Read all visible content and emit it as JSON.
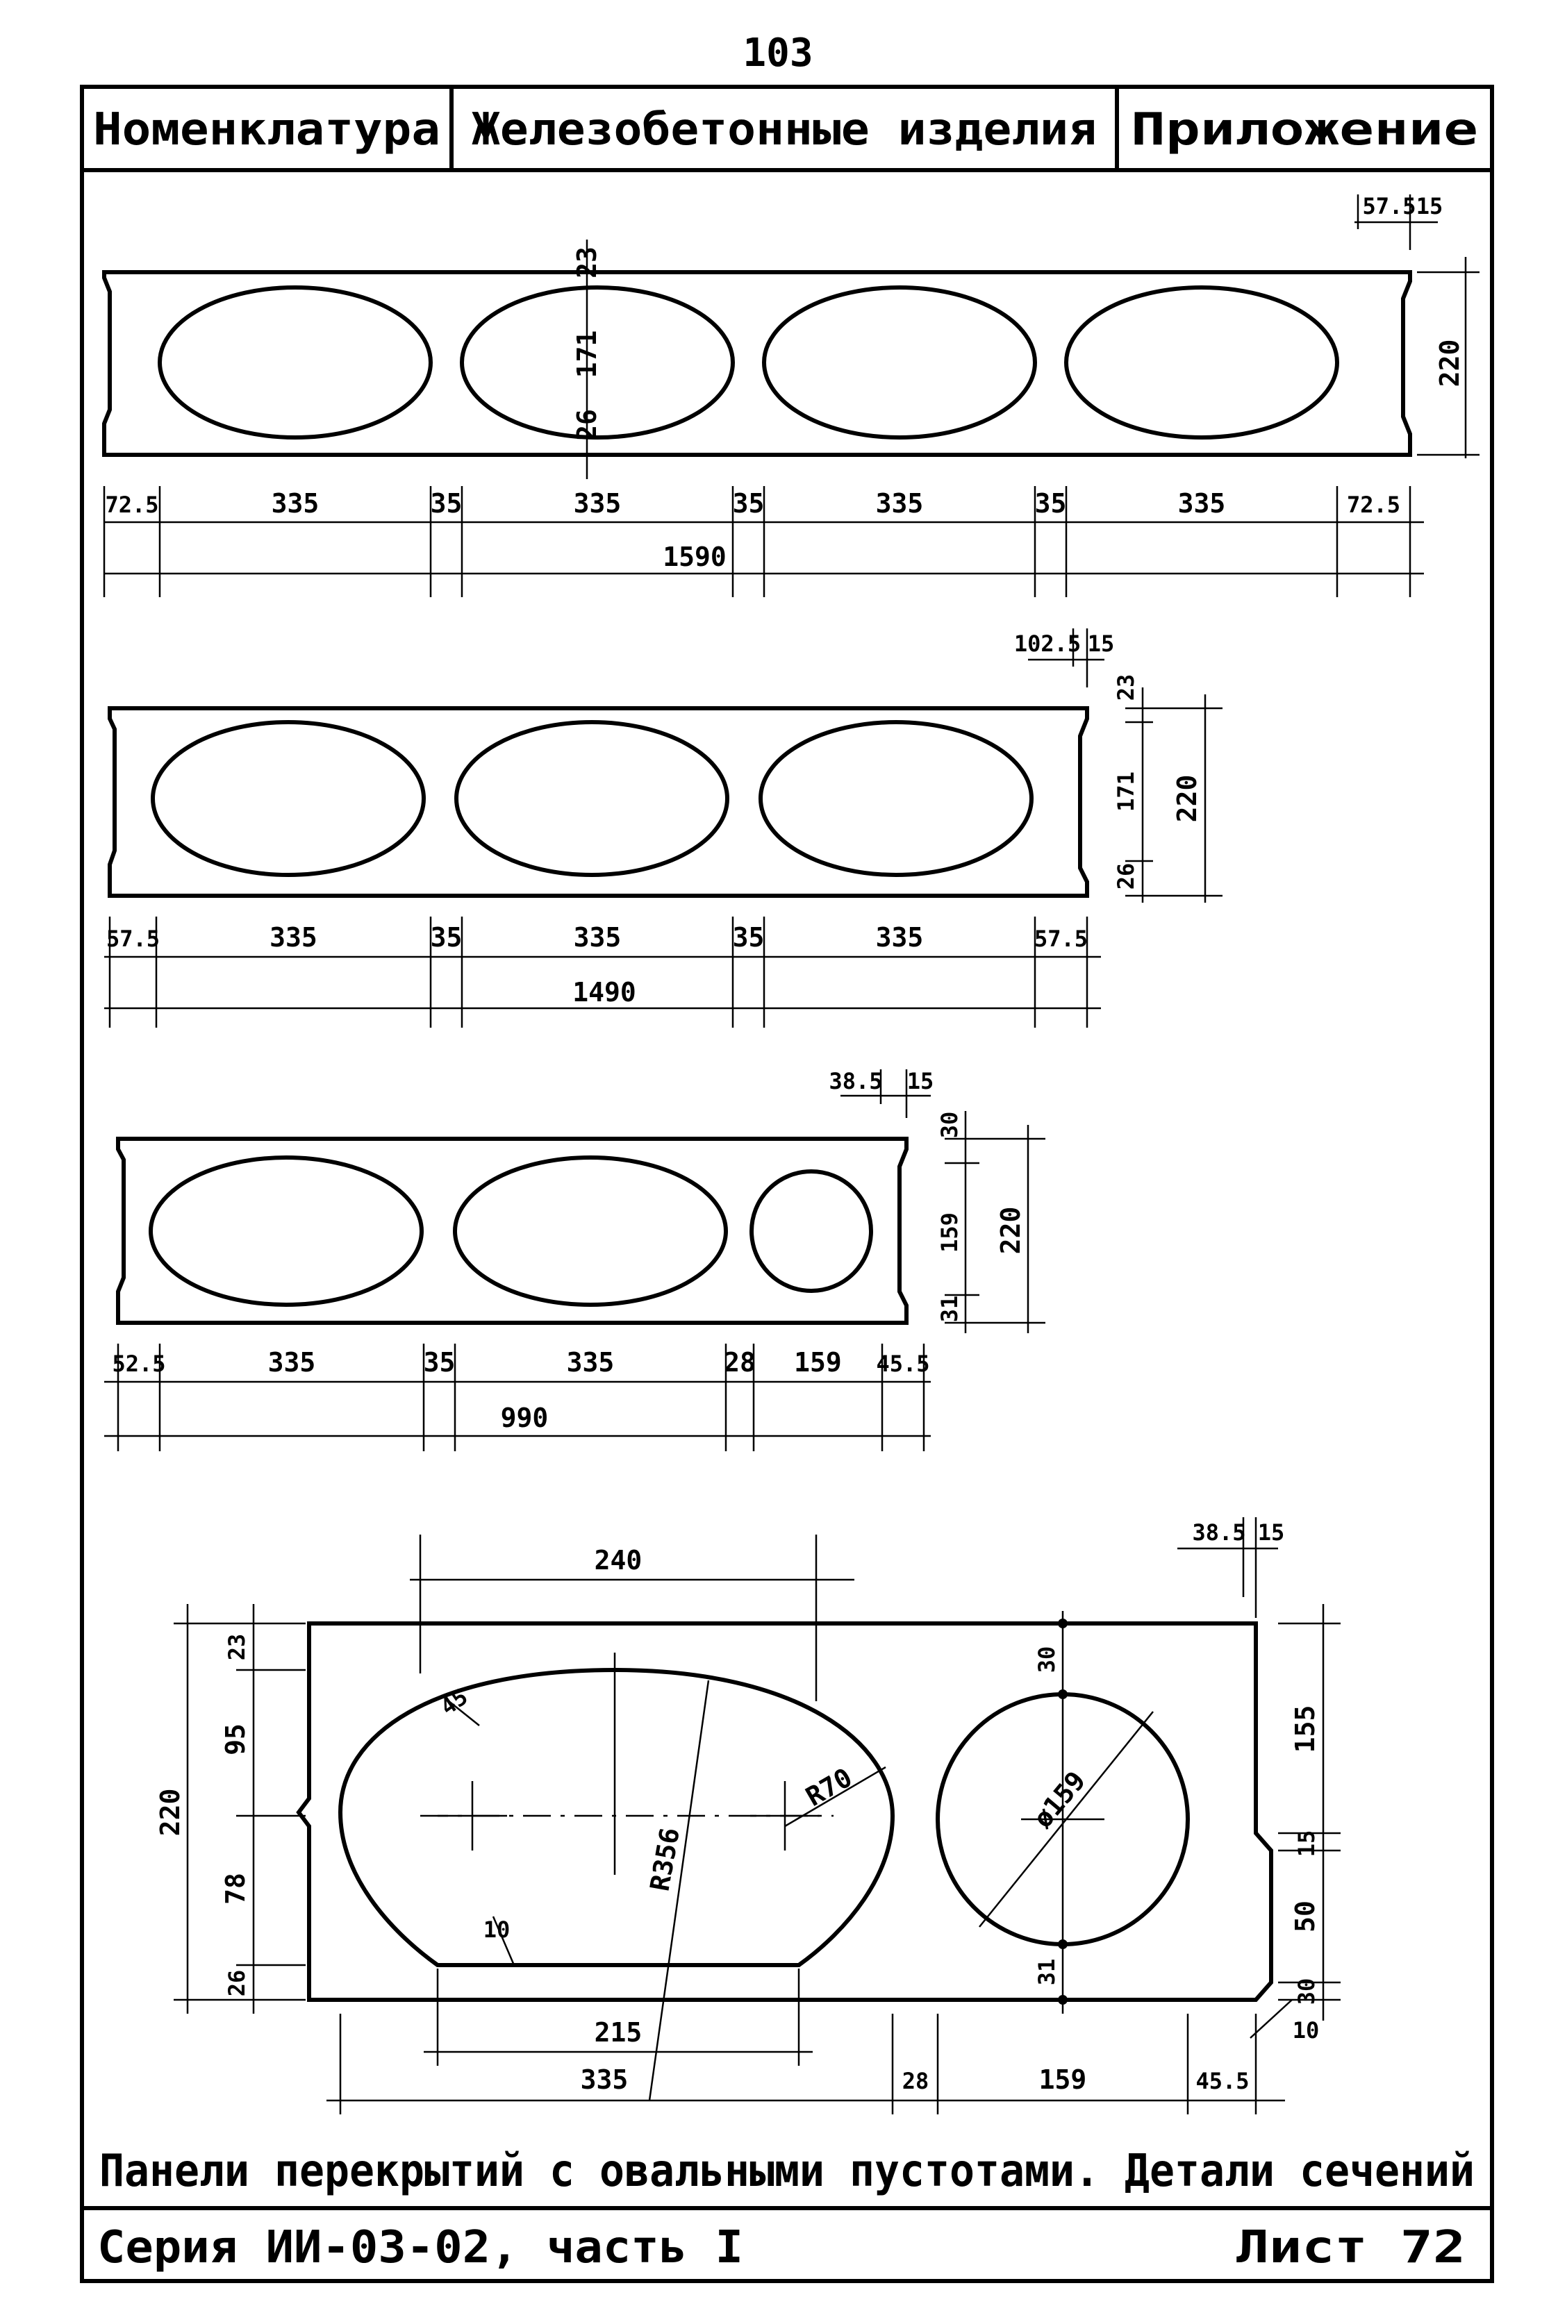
{
  "page_number": "103",
  "header": {
    "left": "Номенклатура",
    "center": "Железобетонные изделия",
    "right": "Приложение"
  },
  "panel1": {
    "top_dims": [
      "57.5",
      "15"
    ],
    "hole_dims": [
      "23",
      "171",
      "26"
    ],
    "height": "220",
    "bottom_dims": [
      "72.5",
      "335",
      "35",
      "335",
      "35",
      "335",
      "35",
      "335",
      "72.5"
    ],
    "total": "1590"
  },
  "panel2": {
    "top_dims": [
      "102.5",
      "15"
    ],
    "side_dims": [
      "23",
      "171",
      "26"
    ],
    "height": "220",
    "bottom_dims": [
      "57.5",
      "335",
      "35",
      "335",
      "35",
      "335",
      "57.5"
    ],
    "total": "1490"
  },
  "panel3": {
    "top_dims": [
      "38.5",
      "15"
    ],
    "side_dims": [
      "30",
      "159",
      "31"
    ],
    "height": "220",
    "bottom_dims": [
      "52.5",
      "335",
      "35",
      "335",
      "28",
      "159",
      "45.5"
    ],
    "total": "990"
  },
  "detail": {
    "top_width": "240",
    "top_right_dims": [
      "38.5",
      "15"
    ],
    "left_dims": [
      "23",
      "95",
      "78",
      "26"
    ],
    "left_total": "220",
    "radius_small": "45",
    "radius_large": "R356",
    "radius_side": "R70",
    "fillet": "10",
    "circle_top": "30",
    "circle_diameter": "ø159",
    "circle_bottom": "31",
    "right_dims": [
      "155",
      "15",
      "50",
      "30",
      "10"
    ],
    "bottom_inner": "215",
    "bottom_dims": [
      "335",
      "28",
      "159",
      "45.5"
    ]
  },
  "caption": "Панели перекрытий с овальными пустотами. Детали сечений",
  "footer": {
    "series": "Серия ИИ-03-02, часть I",
    "sheet": "Лист 72"
  }
}
